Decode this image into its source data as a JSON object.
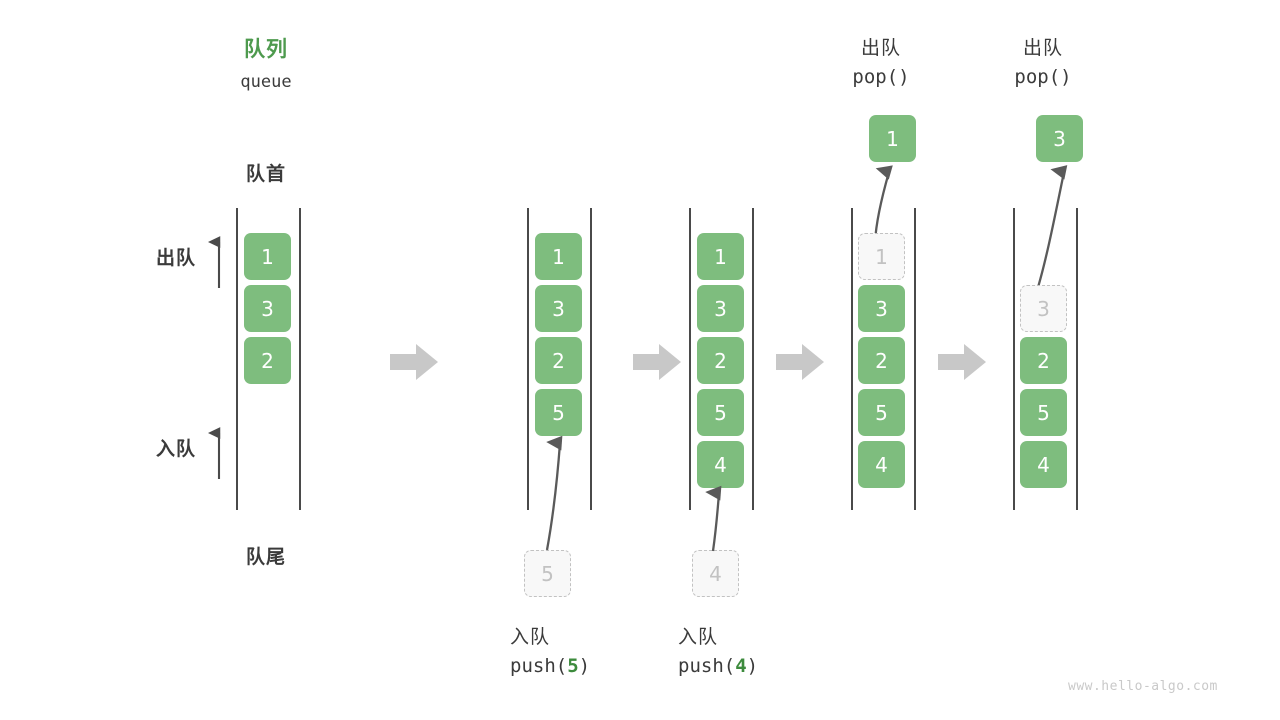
{
  "diagram": {
    "title_cn": "队列",
    "title_en": "queue",
    "front_label": "队首",
    "rear_label": "队尾",
    "dequeue_side_label": "出队",
    "enqueue_side_label": "入队",
    "watermark": "www.hello-algo.com",
    "colors": {
      "element_green": "#7ebd7e",
      "title_green": "#4e9a4e",
      "highlight_green": "#3d8b3d",
      "ghost_gray": "#c2c2c2",
      "ghost_fill": "#f8f8f8",
      "rail_gray": "#4a4a4a",
      "separator_gray": "#c8c8c8",
      "text_dark": "#3b3b3b",
      "watermark_gray": "#c9c9c9"
    }
  },
  "steps": [
    {
      "id": "initial",
      "queue": [
        "1",
        "3",
        "2"
      ],
      "ghost_in_queue": null,
      "incoming": null,
      "popped": null,
      "op_cn": null,
      "op_code": null,
      "top_cn": null,
      "top_code": null
    },
    {
      "id": "push-5",
      "queue": [
        "1",
        "3",
        "2",
        "5"
      ],
      "ghost_in_queue": null,
      "incoming": "5",
      "popped": null,
      "op_cn": "入队",
      "op_code_prefix": "push(",
      "op_code_value": "5",
      "op_code_suffix": ")",
      "top_cn": null,
      "top_code": null
    },
    {
      "id": "push-4",
      "queue": [
        "1",
        "3",
        "2",
        "5",
        "4"
      ],
      "ghost_in_queue": null,
      "incoming": "4",
      "popped": null,
      "op_cn": "入队",
      "op_code_prefix": "push(",
      "op_code_value": "4",
      "op_code_suffix": ")",
      "top_cn": null,
      "top_code": null
    },
    {
      "id": "pop-1",
      "queue": [
        "3",
        "2",
        "5",
        "4"
      ],
      "ghost_in_queue": "1",
      "incoming": null,
      "popped": "1",
      "op_cn": null,
      "op_code": null,
      "top_cn": "出队",
      "top_code": "pop()"
    },
    {
      "id": "pop-3",
      "queue": [
        "2",
        "5",
        "4"
      ],
      "ghost_in_queue": "3",
      "incoming": null,
      "popped": "3",
      "op_cn": null,
      "op_code": null,
      "top_cn": "出队",
      "top_code": "pop()"
    }
  ],
  "separators": [
    "arrow-right",
    "arrow-right",
    "arrow-right",
    "arrow-right"
  ]
}
